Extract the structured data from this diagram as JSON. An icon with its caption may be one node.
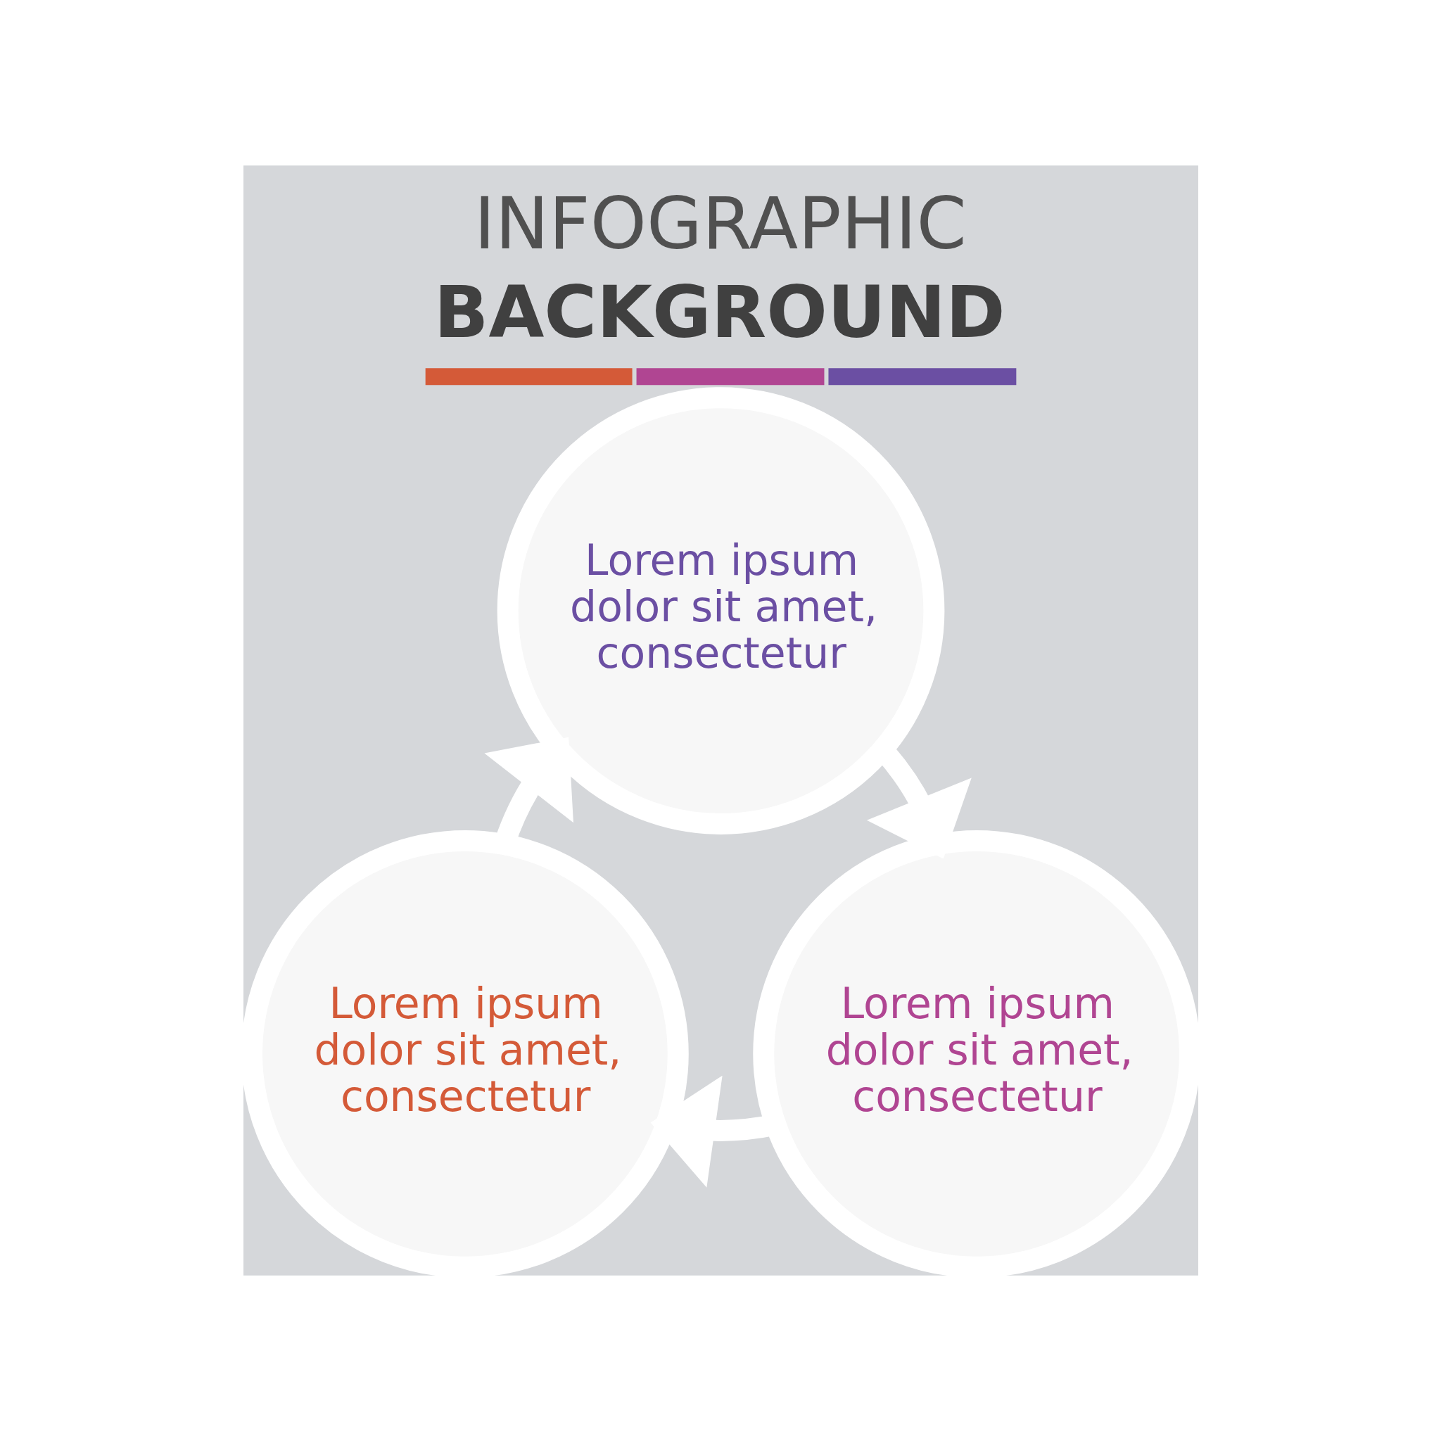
{
  "diagram": {
    "title": "INFOGRAPHIC BACKGROUND",
    "nodes": [
      {
        "text": [
          "Lorem ipsum dolor sit amet, consectetur"
        ]
      },
      {
        "text": [
          "Lorem ipsum dolor sit amet, consectetur"
        ]
      },
      {
        "text": [
          "Lorem ipsum dolor sit amet, consectetur"
        ]
      }
    ],
    "edges": [
      {
        "from": 0,
        "to": 2,
        "arrow": "to"
      },
      {
        "from": 2,
        "to": 1,
        "arrow": "to"
      },
      {
        "from": 1,
        "to": 0,
        "arrow": "to"
      }
    ]
  }
}
